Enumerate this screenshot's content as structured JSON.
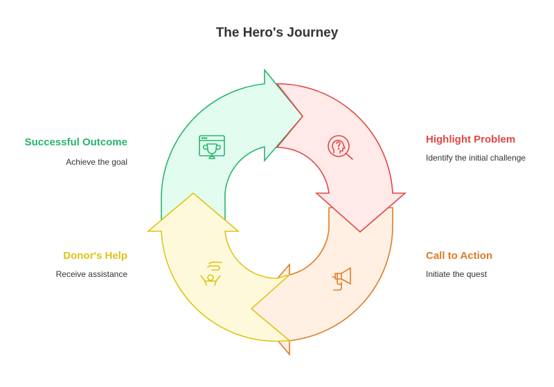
{
  "title": "The Hero's Journey",
  "stages": [
    {
      "id": "highlight-problem",
      "title": "Highlight Problem",
      "description": "Identify the initial challenge",
      "icon": "head-question-magnifier-icon",
      "stroke": "#e04646",
      "fill": "#ffe9e9",
      "title_color": "#e04646"
    },
    {
      "id": "call-to-action",
      "title": "Call to Action",
      "description": "Initiate the quest",
      "icon": "megaphone-icon",
      "stroke": "#e07a24",
      "fill": "#fff0e3",
      "title_color": "#e07a24"
    },
    {
      "id": "donors-help",
      "title": "Donor's Help",
      "description": "Receive assistance",
      "icon": "helping-hand-icon",
      "stroke": "#dcc414",
      "fill": "#fff9db",
      "title_color": "#dcc414"
    },
    {
      "id": "successful-outcome",
      "title": "Successful Outcome",
      "description": "Achieve the goal",
      "icon": "trophy-window-icon",
      "stroke": "#27b46e",
      "fill": "#e3fcf0",
      "title_color": "#27b46e"
    }
  ]
}
